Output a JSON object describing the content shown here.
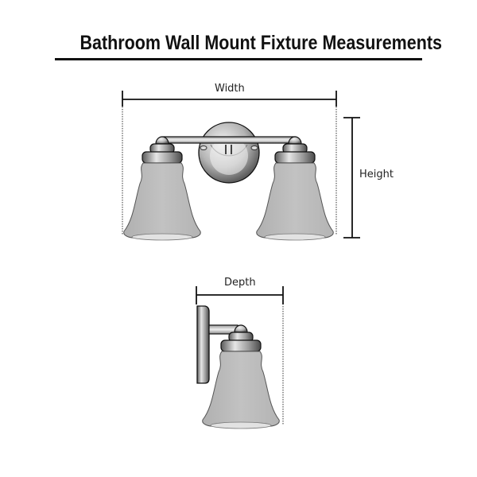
{
  "title": "Bathroom Wall Mount Fixture Measurements",
  "front_view": {
    "width_label": "Width",
    "height_label": "Height",
    "shades": 2
  },
  "side_view": {
    "depth_label": "Depth"
  },
  "colors": {
    "line": "#111111",
    "glass": "#b9b9b9",
    "glass_edge": "#8a8a8a",
    "metal_light": "#e8e8e8",
    "metal_dark": "#6e6e6e"
  }
}
